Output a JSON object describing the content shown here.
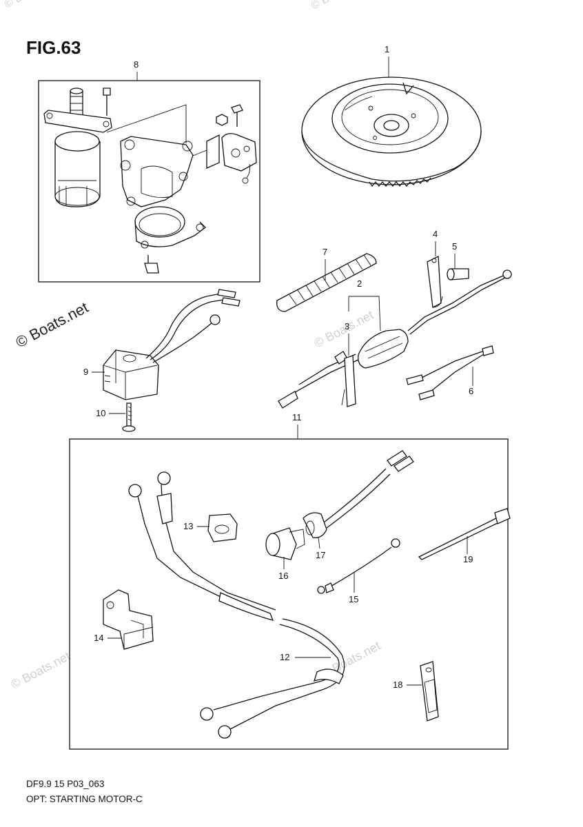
{
  "figure": {
    "title": "FIG.63"
  },
  "watermark": {
    "text": "© Boats.net"
  },
  "callouts": [
    "1",
    "2",
    "3",
    "4",
    "5",
    "6",
    "7",
    "8",
    "9",
    "10",
    "11",
    "12",
    "13",
    "14",
    "15",
    "16",
    "17",
    "18",
    "19"
  ],
  "footer": {
    "model_code": "DF9.9 15 P03_063",
    "section_title": "OPT: STARTING MOTOR-C"
  }
}
